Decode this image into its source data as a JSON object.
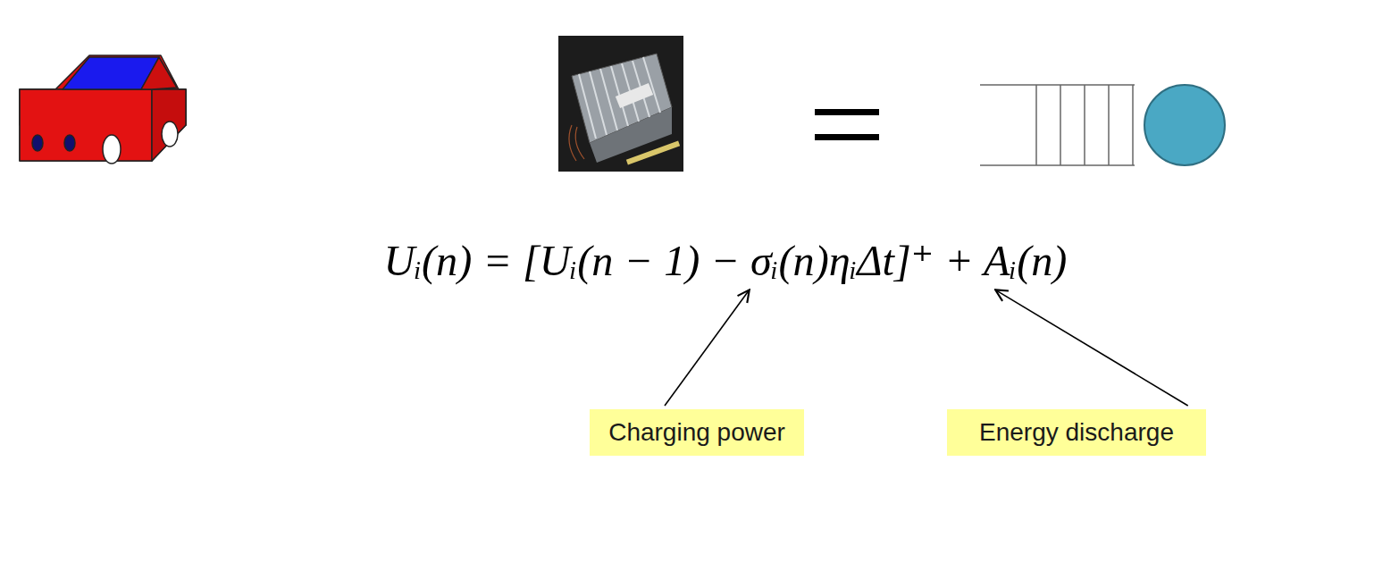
{
  "diagram": {
    "nodes": [
      {
        "text": [
          "Charging power"
        ]
      },
      {
        "text": [
          "Energy discharge"
        ]
      }
    ],
    "labels": [
      "Uᵢ(n) = [Uᵢ(n − 1) − σᵢ(n)ηᵢΔt]⁺ + Aᵢ(n)"
    ]
  }
}
